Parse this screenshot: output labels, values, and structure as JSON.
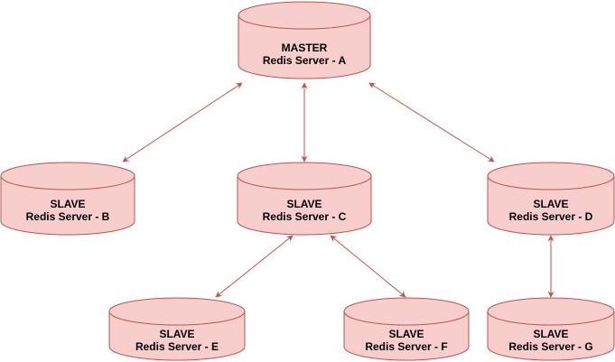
{
  "colors": {
    "node_fill": "#f8cecc",
    "node_stroke": "#b85450",
    "edge_stroke": "#b85450"
  },
  "nodes": {
    "a": {
      "role": "MASTER",
      "name": "Redis Server - A"
    },
    "b": {
      "role": "SLAVE",
      "name": "Redis Server - B"
    },
    "c": {
      "role": "SLAVE",
      "name": "Redis Server - C"
    },
    "d": {
      "role": "SLAVE",
      "name": "Redis Server - D"
    },
    "e": {
      "role": "SLAVE",
      "name": "Redis Server - E"
    },
    "f": {
      "role": "SLAVE",
      "name": "Redis Server - F"
    },
    "g": {
      "role": "SLAVE",
      "name": "Redis Server - G"
    }
  },
  "edges": [
    {
      "from": "a",
      "to": "b",
      "type": "bidirectional"
    },
    {
      "from": "a",
      "to": "c",
      "type": "bidirectional"
    },
    {
      "from": "a",
      "to": "d",
      "type": "bidirectional"
    },
    {
      "from": "c",
      "to": "e",
      "type": "bidirectional"
    },
    {
      "from": "c",
      "to": "f",
      "type": "bidirectional"
    },
    {
      "from": "d",
      "to": "g",
      "type": "bidirectional"
    }
  ]
}
